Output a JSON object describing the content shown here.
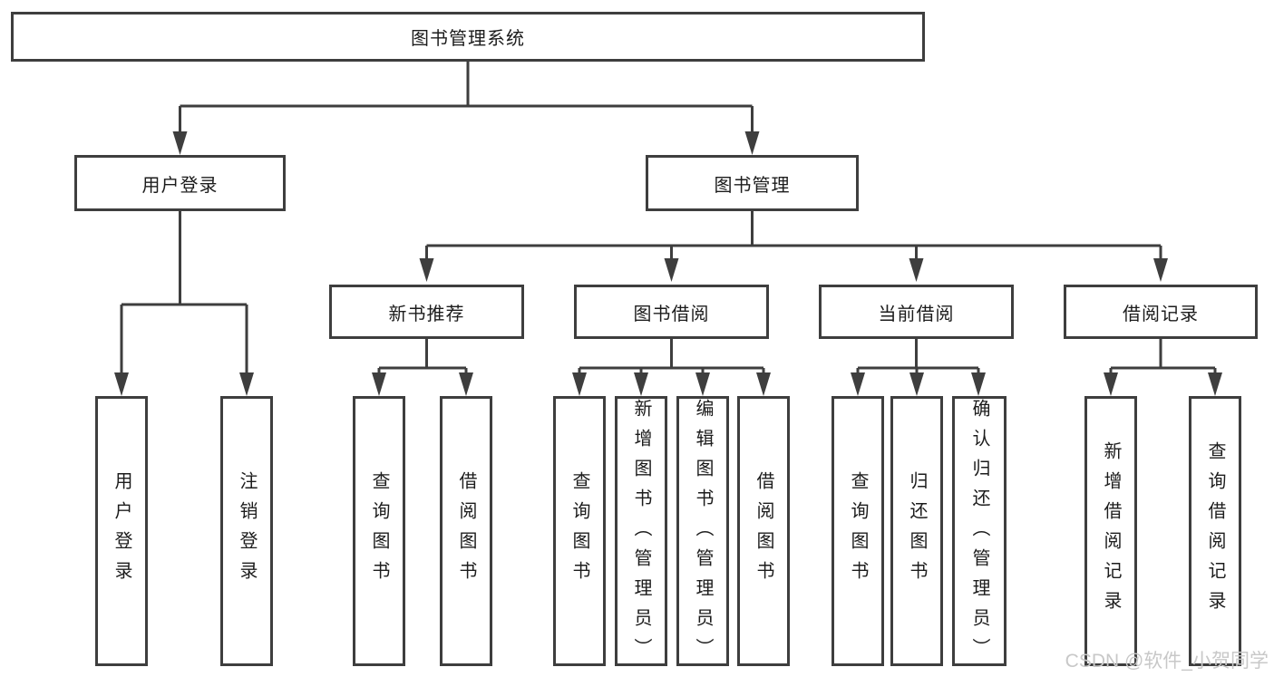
{
  "tree": {
    "label": "图书管理系统",
    "children": [
      {
        "label": "用户登录",
        "children": [
          {
            "label": "用户登录"
          },
          {
            "label": "注销登录"
          }
        ]
      },
      {
        "label": "图书管理",
        "children": [
          {
            "label": "新书推荐",
            "children": [
              {
                "label": "查询图书"
              },
              {
                "label": "借阅图书"
              }
            ]
          },
          {
            "label": "图书借阅",
            "children": [
              {
                "label": "查询图书"
              },
              {
                "label": "新增图书（管理员）"
              },
              {
                "label": "编辑图书（管理员）"
              },
              {
                "label": "借阅图书"
              }
            ]
          },
          {
            "label": "当前借阅",
            "children": [
              {
                "label": "查询图书"
              },
              {
                "label": "归还图书"
              },
              {
                "label": "确认归还（管理员）"
              }
            ]
          },
          {
            "label": "借阅记录",
            "children": [
              {
                "label": "新增借阅记录"
              },
              {
                "label": "查询借阅记录"
              }
            ]
          }
        ]
      }
    ]
  },
  "watermark": {
    "text": "CSDN @软件_小贺同学"
  },
  "colors": {
    "line": "#3e3e3e",
    "box_border": "#3e3e3e",
    "text": "#1c1c1c",
    "watermark": "#c8c8c8",
    "background": "#ffffff"
  }
}
